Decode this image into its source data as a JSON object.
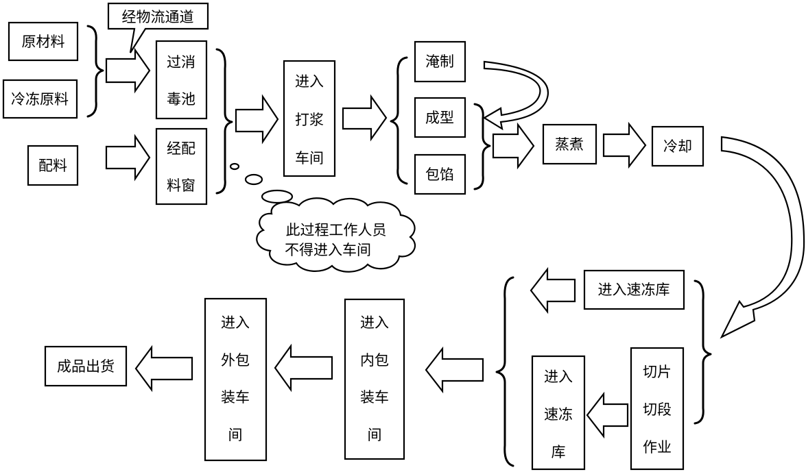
{
  "callout": {
    "text": "经物流通道"
  },
  "note": {
    "lines": [
      "此过程工作人员",
      "不得进入车间"
    ]
  },
  "nodes": {
    "raw_material": "原材料",
    "frozen_raw_material": "冷冻原料",
    "ingredients": "配料",
    "disinfection_pool": [
      "过消",
      "毒池"
    ],
    "ingredient_window": [
      "经配",
      "料窗"
    ],
    "pulping_workshop": [
      "进入",
      "打浆",
      "车间"
    ],
    "marinate": "淹制",
    "shaping": "成型",
    "stuffing": "包馅",
    "steaming": "蒸煮",
    "cooling": "冷却",
    "quick_freeze_1": "进入速冻库",
    "slicing": [
      "切片",
      "切段",
      "作业"
    ],
    "quick_freeze_2": [
      "进入",
      "速冻",
      "库"
    ],
    "inner_packing": [
      "进入",
      "内包",
      "装车",
      "间"
    ],
    "outer_packing": [
      "进入",
      "外包",
      "装车",
      "间"
    ],
    "shipment": "成品出货"
  }
}
